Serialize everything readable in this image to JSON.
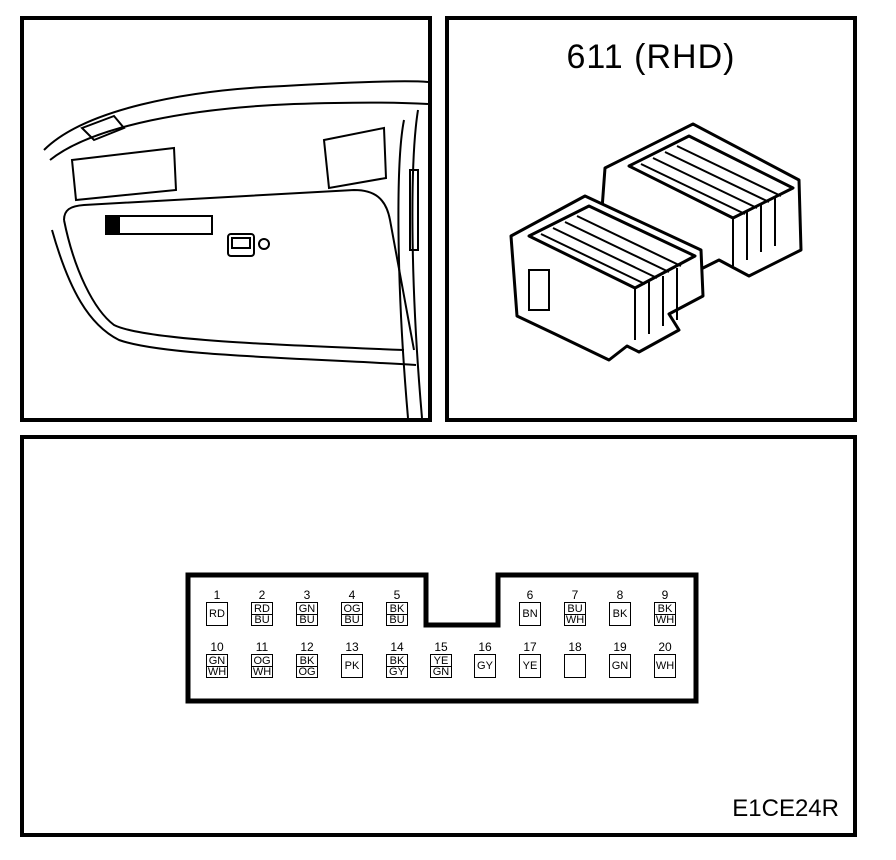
{
  "connector_title": "611 (RHD)",
  "figure_code": "E1CE24R",
  "pins_top": [
    {
      "num": "1",
      "c1": "RD",
      "c2": ""
    },
    {
      "num": "2",
      "c1": "RD",
      "c2": "BU"
    },
    {
      "num": "3",
      "c1": "GN",
      "c2": "BU"
    },
    {
      "num": "4",
      "c1": "OG",
      "c2": "BU"
    },
    {
      "num": "5",
      "c1": "BK",
      "c2": "BU"
    },
    {
      "num": "6",
      "c1": "BN",
      "c2": ""
    },
    {
      "num": "7",
      "c1": "BU",
      "c2": "WH"
    },
    {
      "num": "8",
      "c1": "BK",
      "c2": ""
    },
    {
      "num": "9",
      "c1": "BK",
      "c2": "WH"
    }
  ],
  "pins_bottom": [
    {
      "num": "10",
      "c1": "GN",
      "c2": "WH"
    },
    {
      "num": "11",
      "c1": "OG",
      "c2": "WH"
    },
    {
      "num": "12",
      "c1": "BK",
      "c2": "OG"
    },
    {
      "num": "13",
      "c1": "PK",
      "c2": ""
    },
    {
      "num": "14",
      "c1": "BK",
      "c2": "GY"
    },
    {
      "num": "15",
      "c1": "YE",
      "c2": "GN"
    },
    {
      "num": "16",
      "c1": "GY",
      "c2": ""
    },
    {
      "num": "17",
      "c1": "YE",
      "c2": ""
    },
    {
      "num": "18",
      "c1": "",
      "c2": ""
    },
    {
      "num": "19",
      "c1": "GN",
      "c2": ""
    },
    {
      "num": "20",
      "c1": "WH",
      "c2": ""
    }
  ]
}
